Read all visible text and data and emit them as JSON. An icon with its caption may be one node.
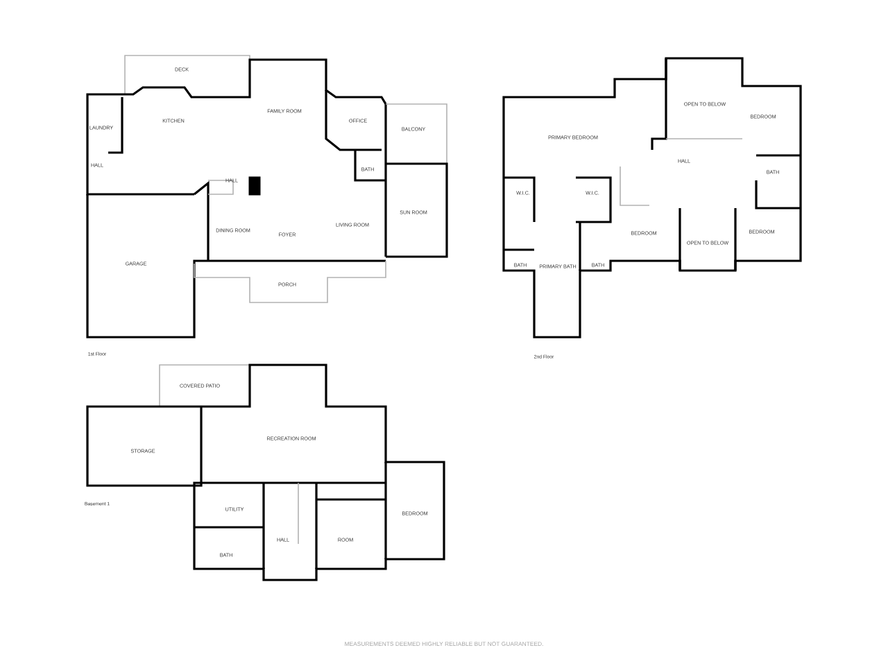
{
  "diagram": {
    "labels": [
      "DECK",
      "KITCHEN",
      "LAUNDRY",
      "FAMILY ROOM",
      "OFFICE",
      "BALCONY",
      "HALL",
      "HALL",
      "BATH",
      "DINING ROOM",
      "FOYER",
      "LIVING ROOM",
      "SUN ROOM",
      "GARAGE",
      "PORCH",
      "1st Floor",
      "OPEN TO BELOW",
      "BEDROOM",
      "PRIMARY BEDROOM",
      "HALL",
      "BATH",
      "W.I.C.",
      "W.I.C.",
      "BEDROOM",
      "OPEN TO BELOW",
      "BEDROOM",
      "BATH",
      "PRIMARY BATH",
      "BATH",
      "2nd Floor",
      "COVERED PATIO",
      "STORAGE",
      "RECREATION ROOM",
      "UTILITY",
      "HALL",
      "ROOM",
      "BEDROOM",
      "BATH",
      "Basement 1",
      "MEASUREMENTS DEEMED HIGHLY RELIABLE BUT NOT GUARANTEED."
    ]
  }
}
